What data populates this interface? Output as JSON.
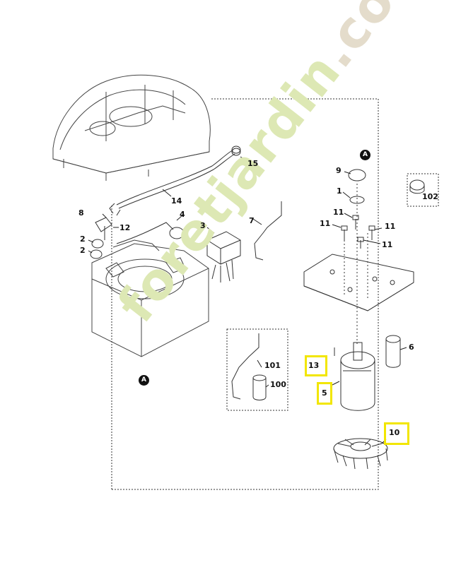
{
  "watermark": {
    "brand": "foretjardin",
    "domain": ".com"
  },
  "reference_marker": "A",
  "labels": {
    "p1": "1",
    "p2a": "2",
    "p2b": "2",
    "p3": "3",
    "p4": "4",
    "p5": "5",
    "p6": "6",
    "p7": "7",
    "p8": "8",
    "p9": "9",
    "p10": "10",
    "p11a": "11",
    "p11b": "11",
    "p11c": "11",
    "p11d": "11",
    "p12": "12",
    "p13": "13",
    "p14": "14",
    "p15": "15",
    "p100": "100",
    "p101": "101",
    "p102": "102"
  },
  "highlight_color": "#f2e600"
}
